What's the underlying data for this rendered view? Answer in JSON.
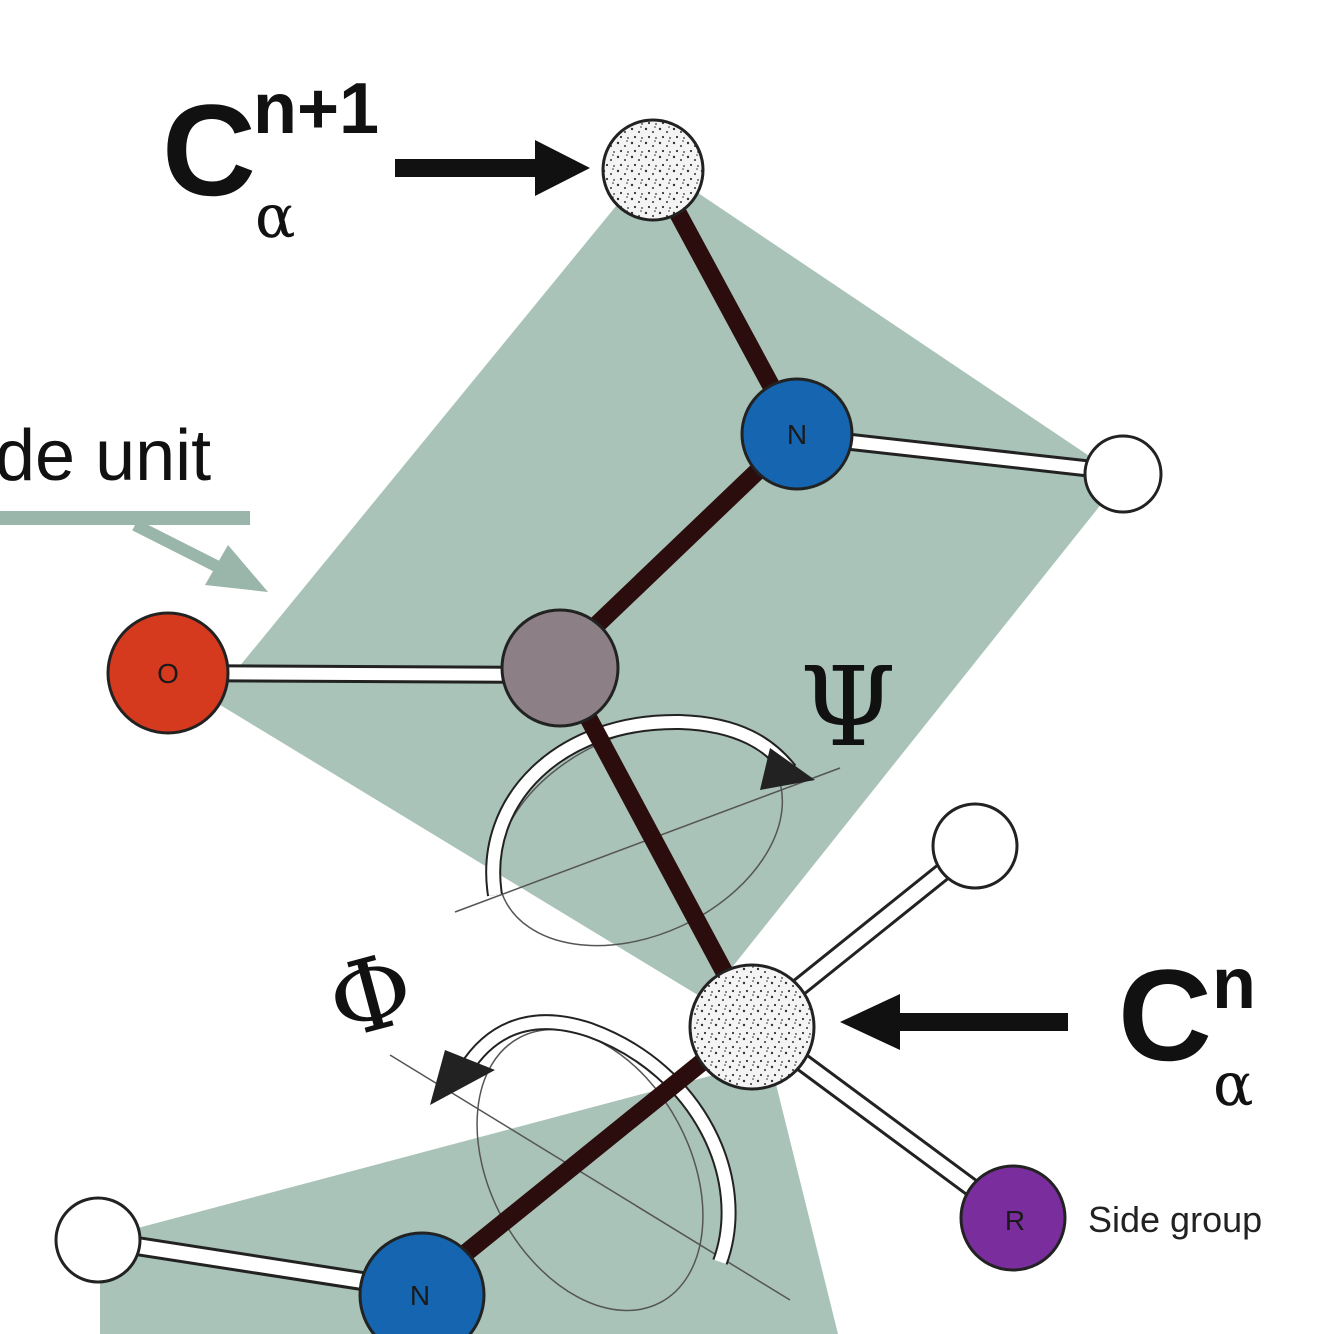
{
  "labels": {
    "peptide_unit": "de unit",
    "c_alpha_top_main": "C",
    "c_alpha_top_sup": "n+1",
    "c_alpha_top_sub": "α",
    "c_alpha_bottom_main": "C",
    "c_alpha_bottom_sup": "n",
    "c_alpha_bottom_sub": "α",
    "psi": "Ψ",
    "phi": "Φ",
    "side_group": "Side group"
  },
  "atoms": {
    "oxygen": "O",
    "nitrogen_top": "N",
    "nitrogen_bottom": "N",
    "side_chain": "R"
  },
  "colors": {
    "plane": "#a9c3b8",
    "oxygen": "#d63a1e",
    "nitrogen": "#1565b0",
    "carbon": "#8c7f85",
    "side_chain": "#7a2d9c",
    "bond": "#2b0d0d",
    "arrow": "#111111",
    "peptide_pointer": "#9ab5aa"
  }
}
